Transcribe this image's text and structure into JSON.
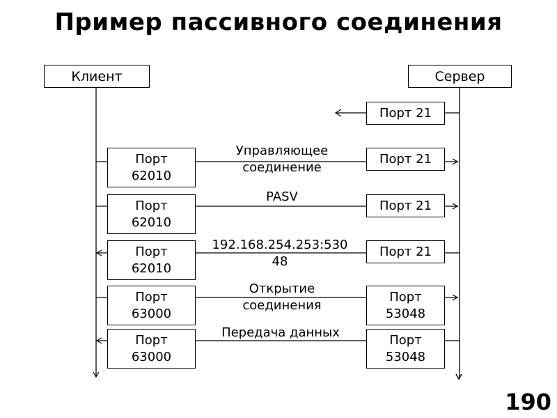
{
  "title": "Пример пассивного соединения",
  "actors": {
    "client": "Клиент",
    "server": "Сервер"
  },
  "rows": [
    {
      "client_port": "",
      "server_port": "Порт 21",
      "message": "",
      "direction": "server-outgoing"
    },
    {
      "client_port": "Порт\n62010",
      "server_port": "Порт 21",
      "message": "Управляющее\nсоединение",
      "direction": "to-server"
    },
    {
      "client_port": "Порт\n62010",
      "server_port": "Порт 21",
      "message": "PASV",
      "direction": "to-server"
    },
    {
      "client_port": "Порт\n62010",
      "server_port": "Порт 21",
      "message": "192.168.254.253:530\n48",
      "direction": "to-client"
    },
    {
      "client_port": "Порт\n63000",
      "server_port": "Порт\n53048",
      "message": "Открытие\nсоединения",
      "direction": "to-server"
    },
    {
      "client_port": "Порт\n63000",
      "server_port": "Порт\n53048",
      "message": "Передача данных",
      "direction": "to-client"
    }
  ],
  "page_number": "190"
}
